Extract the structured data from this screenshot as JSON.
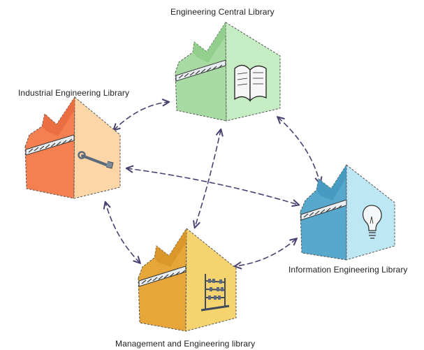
{
  "libraries": [
    {
      "id": "central",
      "label": "Engineering Central Library",
      "icon": "open-book-icon",
      "colors": {
        "front": "#a8dba4",
        "side": "#c6ecc3",
        "roof": "#8ccc86"
      }
    },
    {
      "id": "industrial",
      "label": "Industrial Engineering Library",
      "icon": "wrench-icon",
      "colors": {
        "front": "#f47f50",
        "side": "#fdd6a8",
        "roof": "#e86a3e"
      }
    },
    {
      "id": "information",
      "label": "Information Engineering Library",
      "icon": "light-bulb-icon",
      "colors": {
        "front": "#56a8cc",
        "side": "#bde7f4",
        "roof": "#4597bd"
      }
    },
    {
      "id": "management",
      "label": "Management and Engineering library",
      "icon": "abacus-icon",
      "colors": {
        "front": "#e6a63a",
        "side": "#f5d36e",
        "roof": "#d99427"
      }
    }
  ],
  "connections": [
    [
      "industrial",
      "central"
    ],
    [
      "central",
      "information"
    ],
    [
      "information",
      "management"
    ],
    [
      "management",
      "industrial"
    ],
    [
      "industrial",
      "information"
    ],
    [
      "central",
      "management"
    ]
  ],
  "arrow_color": "#4a4070"
}
